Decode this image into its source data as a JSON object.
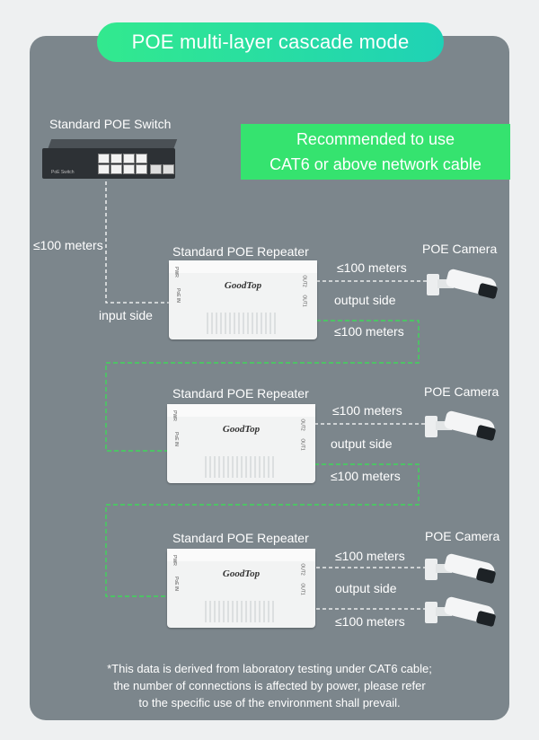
{
  "title": "POE multi-layer cascade mode",
  "callout": {
    "line1": "Recommended to use",
    "line2": "CAT6 or above network cable"
  },
  "switch": {
    "label": "Standard POE Switch",
    "tag": "PoE Switch"
  },
  "input_distance": "≤100 meters",
  "input_side": "input side",
  "repeaters": [
    {
      "label": "Standard POE Repeater",
      "brand": "GoodTop",
      "in_port": "PoE IN",
      "out_port": "OUT2",
      "out_port2": "OUT1",
      "led": "PWR"
    },
    {
      "label": "Standard POE Repeater",
      "brand": "GoodTop",
      "in_port": "PoE IN",
      "out_port": "OUT2",
      "out_port2": "OUT1",
      "led": "PWR"
    },
    {
      "label": "Standard POE Repeater",
      "brand": "GoodTop",
      "in_port": "PoE IN",
      "out_port": "OUT2",
      "out_port2": "OUT1",
      "led": "PWR"
    }
  ],
  "camera_label": "POE Camera",
  "distance": "≤100 meters",
  "output_side": "output side",
  "note": {
    "line1": "*This data is derived from laboratory testing under CAT6 cable;",
    "line2": "the number of connections is affected by power, please refer",
    "line3": "to the specific use of the environment shall prevail."
  },
  "colors": {
    "panel": "#7c868c",
    "accent_green": "#35e36f",
    "title_gradient_start": "#32e98e",
    "title_gradient_end": "#1fd2b6",
    "cascade_line": "#3fd65a",
    "camera_line": "#ffffff"
  }
}
